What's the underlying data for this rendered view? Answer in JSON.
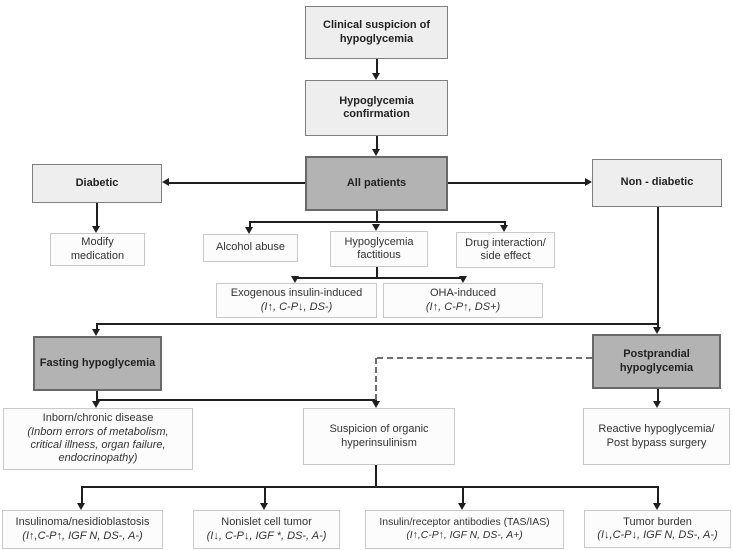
{
  "figure": {
    "description": "Diagnostic algorithm flowchart for hypoglycemia"
  },
  "colors": {
    "line": "#1f1f1f",
    "dashed_line": "#6e6e6e",
    "gray_node_fill": "#b3b3b3",
    "gray_node_border": "#686868",
    "light_node_fill": "#eeeeee",
    "light_node_border": "#7f7f7f",
    "white_node_fill": "#fcfcfc",
    "white_node_border": "#c9c9c9",
    "text": "#2b2b2b"
  },
  "nodes": {
    "clinical_suspicion": {
      "line1": "Clinical suspicion of",
      "line2": "hypoglycemia"
    },
    "hypoglycemia_confirmation": {
      "line1": "Hypoglycemia",
      "line2": "confirmation"
    },
    "all_patients": {
      "line1": "All patients"
    },
    "diabetic": {
      "line1": "Diabetic"
    },
    "non_diabetic": {
      "line1": "Non - diabetic"
    },
    "modify_medication": {
      "line1": "Modify",
      "line2": "medication"
    },
    "alcohol_abuse": {
      "line1": "Alcohol abuse"
    },
    "hypoglycemia_factitious": {
      "line1": "Hypoglycemia",
      "line2": "factitious"
    },
    "drug_interaction": {
      "line1": "Drug interaction/",
      "line2": "side effect"
    },
    "exogenous_insulin": {
      "line1": "Exogenous insulin-induced",
      "line2": "(I↑, C-P↓, DS-)"
    },
    "oha_induced": {
      "line1": "OHA-induced",
      "line2": "(I↑, C-P↑, DS+)"
    },
    "fasting": {
      "line1": "Fasting hypoglycemia"
    },
    "postprandial": {
      "line1": "Postprandial",
      "line2": "hypoglycemia"
    },
    "inborn_chronic": {
      "line1": "Inborn/chronic disease",
      "line2": "(Inborn errors of metabolism,",
      "line3": "critical illness, organ failure,",
      "line4": "endocrinopathy)"
    },
    "suspicion_organic": {
      "line1": "Suspicion of organic",
      "line2": "hyperinsulinism"
    },
    "reactive": {
      "line1": "Reactive hypoglycemia/",
      "line2": "Post bypass surgery"
    },
    "insulinoma": {
      "line1": "Insulinoma/nesidioblastosis",
      "line2": "(I↑,C-P↑, IGF N, DS-, A-)"
    },
    "nonislet": {
      "line1": "Nonislet cell tumor",
      "line2": "(I↓, C-P↓, IGF *, DS-, A-)"
    },
    "insulin_receptor_ab": {
      "line1": "Insulin/receptor antibodies (TAS/IAS)",
      "line2": "(I↑,C-P↑, IGF N, DS-, A+)"
    },
    "tumor_burden": {
      "line1": "Tumor burden",
      "line2": "(I↓,C-P↓, IGF N, DS-, A-)"
    }
  }
}
